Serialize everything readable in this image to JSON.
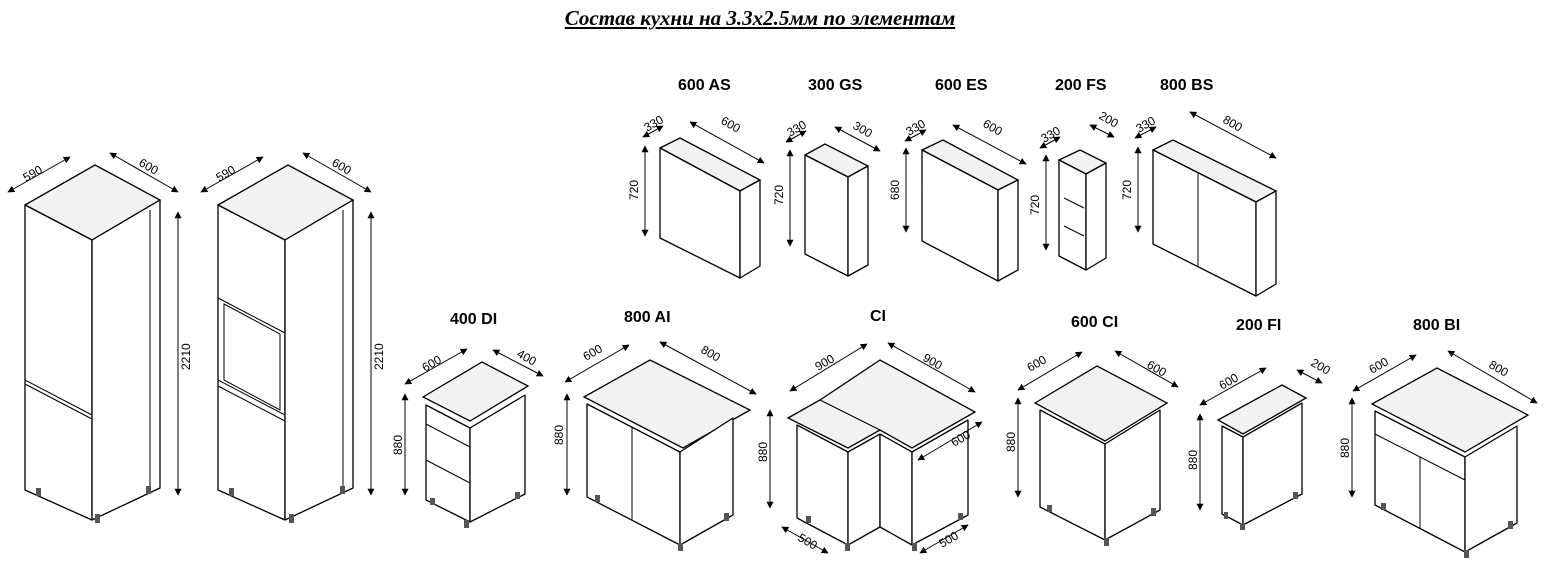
{
  "title": "Состав кухни на 3.3х2.5мм по элементам",
  "tall_units": [
    {
      "depth": "590",
      "width": "600",
      "height": "2210"
    },
    {
      "depth": "590",
      "width": "600",
      "height": "2210"
    }
  ],
  "wall_units": [
    {
      "label": "600 AS",
      "depth": "330",
      "width": "600",
      "height": "720"
    },
    {
      "label": "300 GS",
      "depth": "330",
      "width": "300",
      "height": "720"
    },
    {
      "label": "600 ES",
      "depth": "330",
      "width": "600",
      "height": "680"
    },
    {
      "label": "200 FS",
      "depth": "330",
      "width": "200",
      "height": "720"
    },
    {
      "label": "800 BS",
      "depth": "330",
      "width": "800",
      "height": "720"
    }
  ],
  "base_units": [
    {
      "label": "400 DI",
      "depth": "600",
      "width": "400",
      "height": "880"
    },
    {
      "label": "800 AI",
      "depth": "600",
      "width": "800",
      "height": "880"
    },
    {
      "label": "CI",
      "width_left": "900",
      "width_right": "900",
      "depth": "600",
      "height": "880",
      "leg_left": "500",
      "leg_right": "500"
    },
    {
      "label": "600 CI",
      "depth": "600",
      "width": "600",
      "height": "880"
    },
    {
      "label": "200 FI",
      "depth": "600",
      "width": "200",
      "height": "880"
    },
    {
      "label": "800 BI",
      "depth": "600",
      "width": "800",
      "height": "880"
    }
  ]
}
